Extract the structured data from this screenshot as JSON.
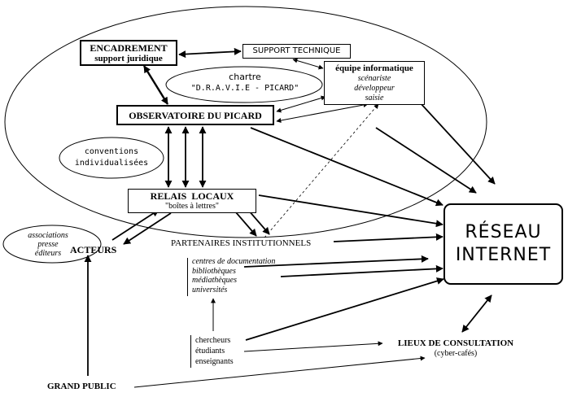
{
  "nodes": {
    "encadrement": {
      "line1": "ENCADREMENT",
      "line2": "support juridique"
    },
    "support_technique": "SUPPORT TECHNIQUE",
    "equipe": {
      "title": "équipe informatique",
      "items": [
        "scénariste",
        "développeur",
        "saisie"
      ]
    },
    "chartre": {
      "line1": "chartre",
      "line2": "\"D.R.A.V.I.E - PICARD\""
    },
    "observatoire": "OBSERVATOIRE DU PICARD",
    "conventions": {
      "line1": "conventions",
      "line2": "individualisées"
    },
    "relais": {
      "line1": "RELAIS  LOCAUX",
      "line2": "\"boîtes à lettres\""
    },
    "associations": [
      "associations",
      "presse",
      "éditeurs"
    ],
    "acteurs": "ACTEURS",
    "partenaires": "PARTENAIRES INSTITUTIONNELS",
    "centres": [
      "centres de documentation",
      "bibliothèques",
      "médiathèques",
      "universités"
    ],
    "chercheurs": [
      "chercheurs",
      "étudiants",
      "enseignants"
    ],
    "reseau": {
      "line1": "RÉSEAU",
      "line2": "INTERNET"
    },
    "lieux": {
      "line1": "LIEUX DE CONSULTATION",
      "line2": "(cyber-cafés)"
    },
    "grand_public": "GRAND PUBLIC"
  },
  "style": {
    "stroke": "#000000",
    "background": "#ffffff"
  }
}
